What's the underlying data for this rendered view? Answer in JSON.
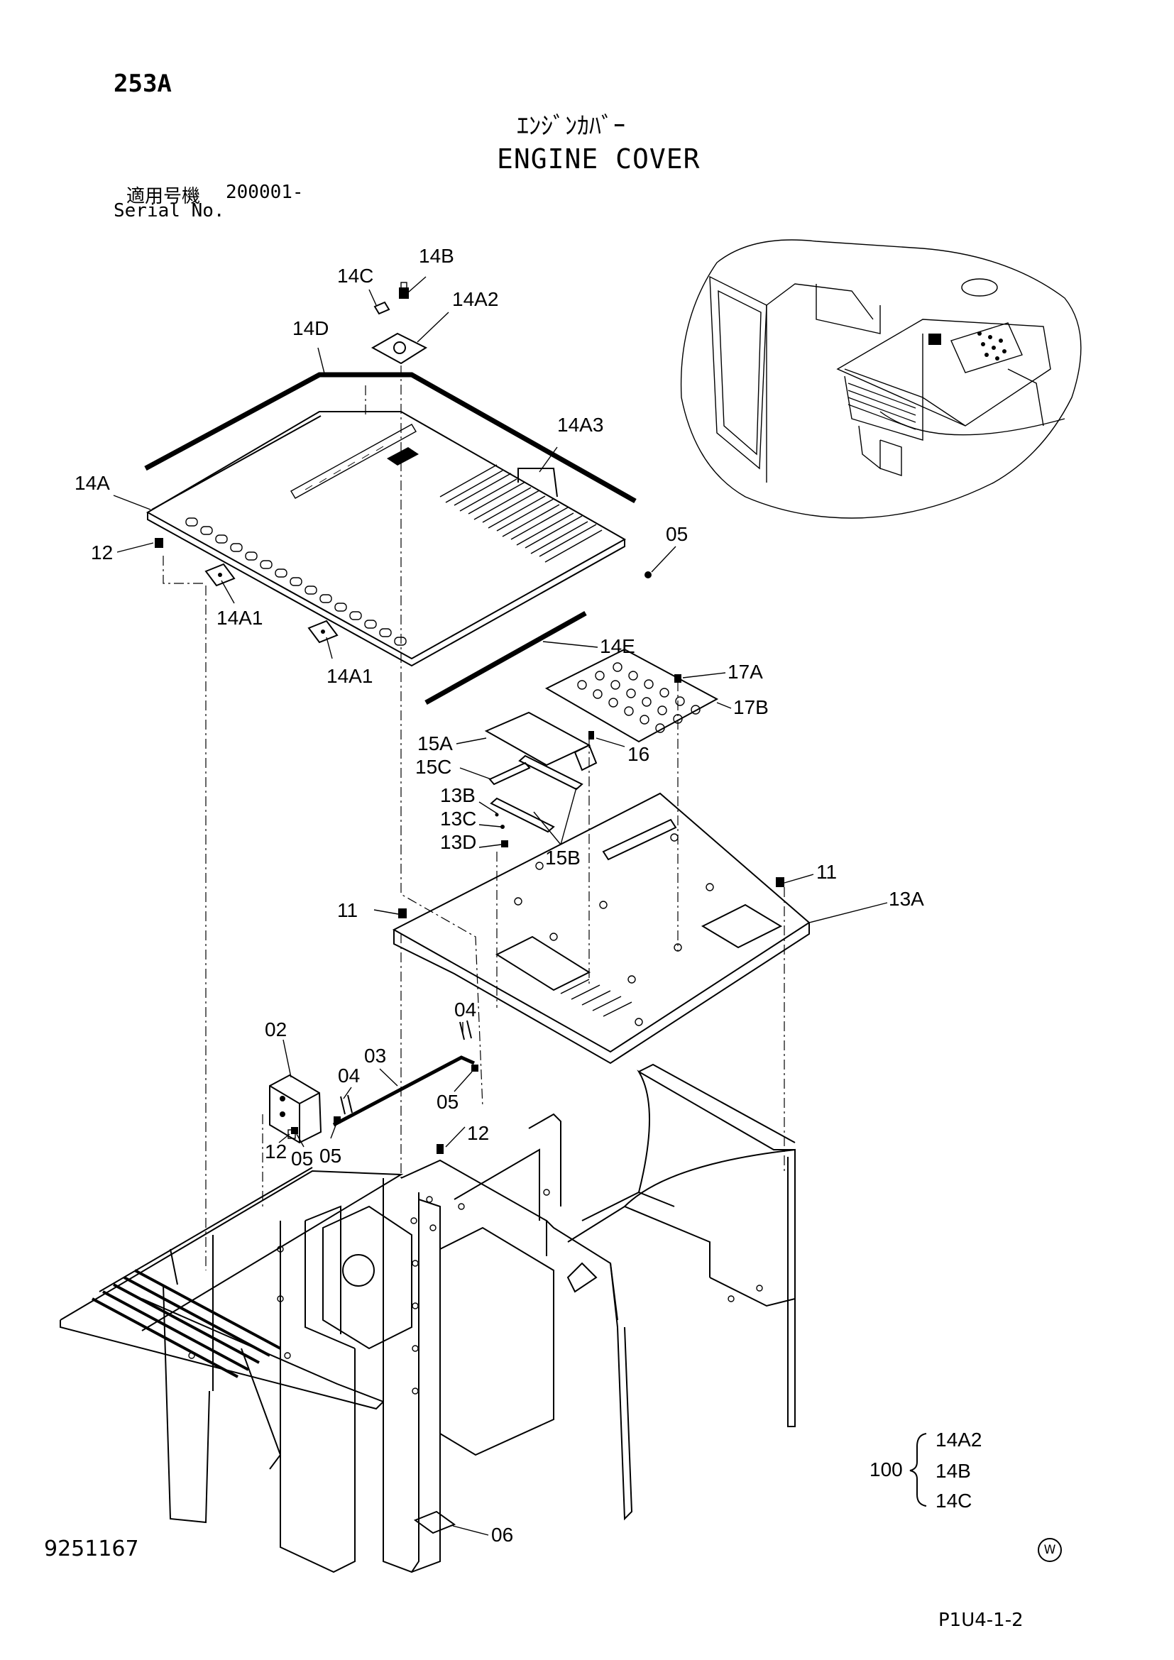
{
  "header": {
    "page_code": "253A",
    "title_jp": "ｴﾝｼﾞﾝｶﾊﾞｰ",
    "title_en": "ENGINE COVER",
    "serial_label_jp": "適用号機",
    "serial_label_en": "Serial No.",
    "serial_value": "200001-"
  },
  "footer": {
    "drawing_number": "9251167",
    "page_reference": "P1U4-1-2",
    "mark": "W"
  },
  "callouts": {
    "c14C": "14C",
    "c14B": "14B",
    "c14A2": "14A2",
    "c14D": "14D",
    "c14A3": "14A3",
    "c14A": "14A",
    "c12a": "12",
    "c05a": "05",
    "c14A1a": "14A1",
    "c14A1b": "14A1",
    "c14E": "14E",
    "c17A": "17A",
    "c17B": "17B",
    "c15A": "15A",
    "c15C": "15C",
    "c16": "16",
    "c13B": "13B",
    "c13C": "13C",
    "c13D": "13D",
    "c15B": "15B",
    "c11a": "11",
    "c11b": "11",
    "c13A": "13A",
    "c04a": "04",
    "c02": "02",
    "c04b": "04",
    "c03": "03",
    "c05b": "05",
    "c12b": "12",
    "c05c": "05",
    "c05d": "05",
    "c12c": "12",
    "c06": "06"
  },
  "kit": {
    "number": "100",
    "items": [
      "14A2",
      "14B",
      "14C"
    ]
  }
}
